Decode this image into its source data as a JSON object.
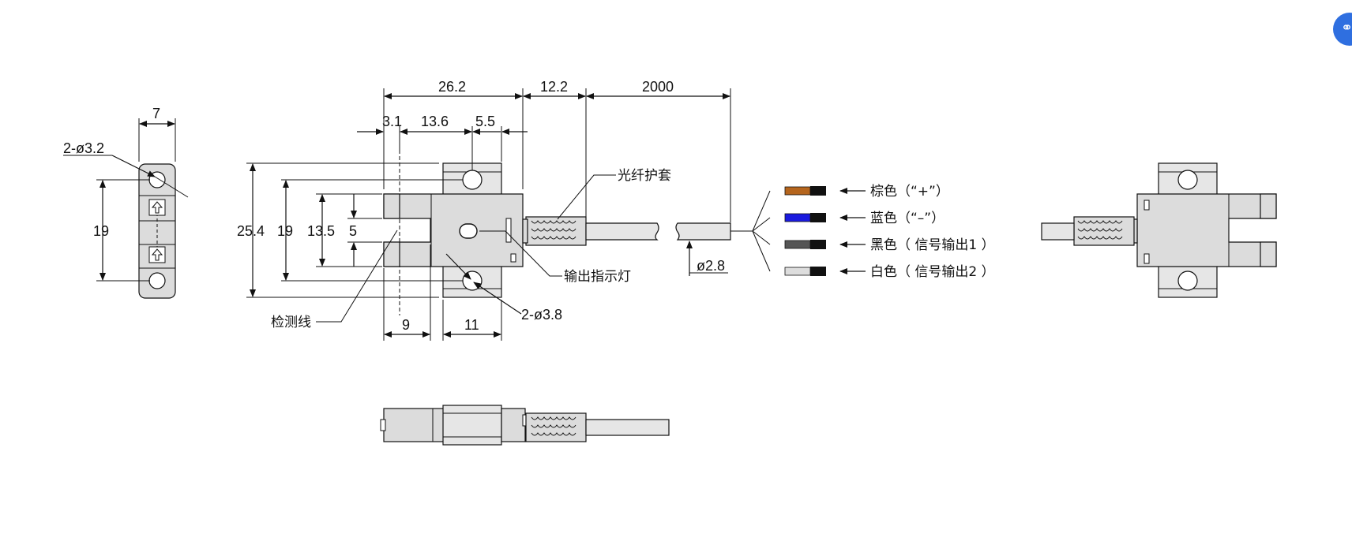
{
  "dimensions": {
    "side_width": "7",
    "side_hole": "2-ø3.2",
    "side_height": "19",
    "top_26_2": "26.2",
    "top_12_2": "12.2",
    "top_2000": "2000",
    "top_3_1": "3.1",
    "top_13_6": "13.6",
    "top_5_5": "5.5",
    "left_25_4": "25.4",
    "left_19": "19",
    "left_13_5": "13.5",
    "left_5": "5",
    "bottom_9": "9",
    "bottom_11": "11",
    "hole_3_8": "2-ø3.8",
    "cable_dia": "ø2.8"
  },
  "labels": {
    "fiber_sleeve": "光纤护套",
    "output_led": "输出指示灯",
    "detect_line": "检测线"
  },
  "wires": [
    {
      "label": "棕色（“+”）",
      "color": "#b5651d"
    },
    {
      "label": "蓝色（“–”）",
      "color": "#1a1adf"
    },
    {
      "label": "黑色（ 信号输出1 ）",
      "color": "#555555"
    },
    {
      "label": "白色（ 信号输出2 ）",
      "color": "#dddddd"
    }
  ],
  "icons": {
    "arrow": "arrow-up-icon",
    "badge": "link-icon"
  },
  "badge_glyph": "⚭"
}
